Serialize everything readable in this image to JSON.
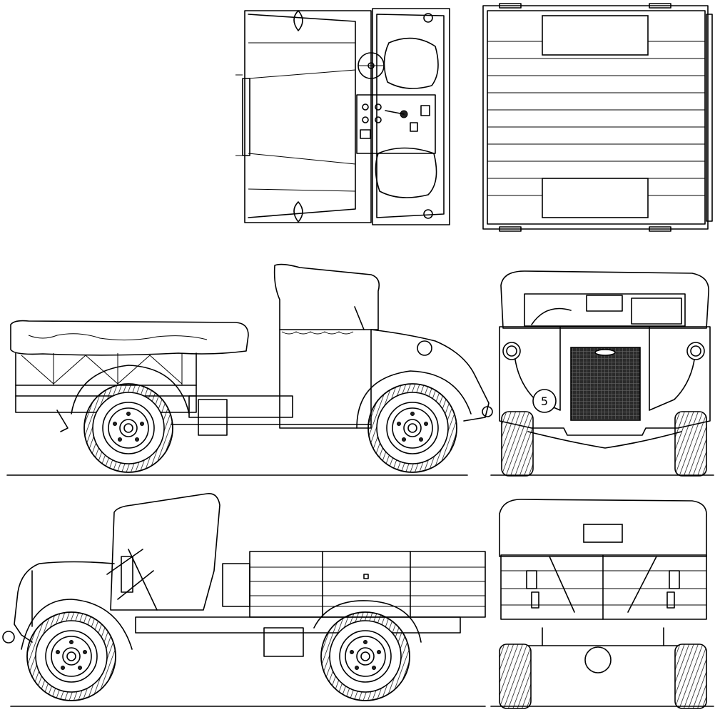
{
  "blueprint": {
    "views": [
      "top",
      "left-side",
      "front",
      "right-side",
      "rear"
    ],
    "front_plate_number": "5",
    "line_color": "#000000",
    "background_color": "#ffffff"
  }
}
